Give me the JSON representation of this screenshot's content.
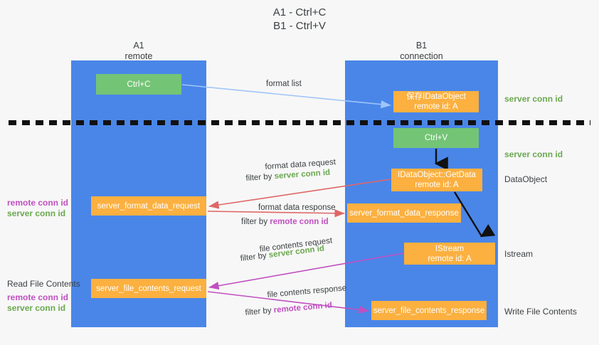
{
  "title": "A1 - Ctrl+C\nB1 - Ctrl+V",
  "columns": {
    "a1": {
      "name": "A1",
      "sub": "remote"
    },
    "b1": {
      "name": "B1",
      "sub": "connection"
    }
  },
  "nodes": {
    "ctrl_c": "Ctrl+C",
    "save_idataobject": "保存IDataObject\nremote id: A",
    "ctrl_v": "Ctrl+V",
    "getdata": "IDataObject::GetData\nremote id: A",
    "server_format_data_request": "server_format_data_request",
    "server_format_data_response": "server_format_data_response",
    "istream": "IStream\nremote id: A",
    "server_file_contents_request": "server_file_contents_request",
    "server_file_contents_response": "server_file_contents_response"
  },
  "edges": {
    "format_list": "format list",
    "format_data_request": "format data request",
    "format_data_request_filter_prefix": "filter by ",
    "format_data_request_filter_key": "server conn id",
    "format_data_response": "format data response",
    "format_data_response_filter_prefix": "filter by ",
    "format_data_response_filter_key": "remote conn id",
    "file_contents_request": "file contents request",
    "file_contents_request_filter_prefix": "filter by ",
    "file_contents_request_filter_key": "server conn id",
    "file_contents_response": "file contents response",
    "file_contents_response_filter_prefix": "filter by ",
    "file_contents_response_filter_key": "remote conn id"
  },
  "right_labels": {
    "server_conn_id_1": "server conn id",
    "server_conn_id_2": "server conn id",
    "dataobject": "DataObject",
    "istream": "Istream",
    "write_file_contents": "Write File Contents"
  },
  "left_labels": {
    "remote_conn_id_1": "remote conn id",
    "server_conn_id_1": "server conn id",
    "read_file_contents": "Read File Contents",
    "remote_conn_id_2": "remote conn id",
    "server_conn_id_2": "server conn id"
  },
  "colors": {
    "lane": "#4a86e8",
    "green_node": "#74c476",
    "orange_node": "#fbb040",
    "server_conn_id": "#6aa84f",
    "remote_conn_id": "#c050c0",
    "arrow_light_blue": "#9fc5f8",
    "arrow_red": "#e06666",
    "arrow_magenta": "#c050c0",
    "arrow_black": "#111111",
    "background": "#f7f7f7"
  }
}
